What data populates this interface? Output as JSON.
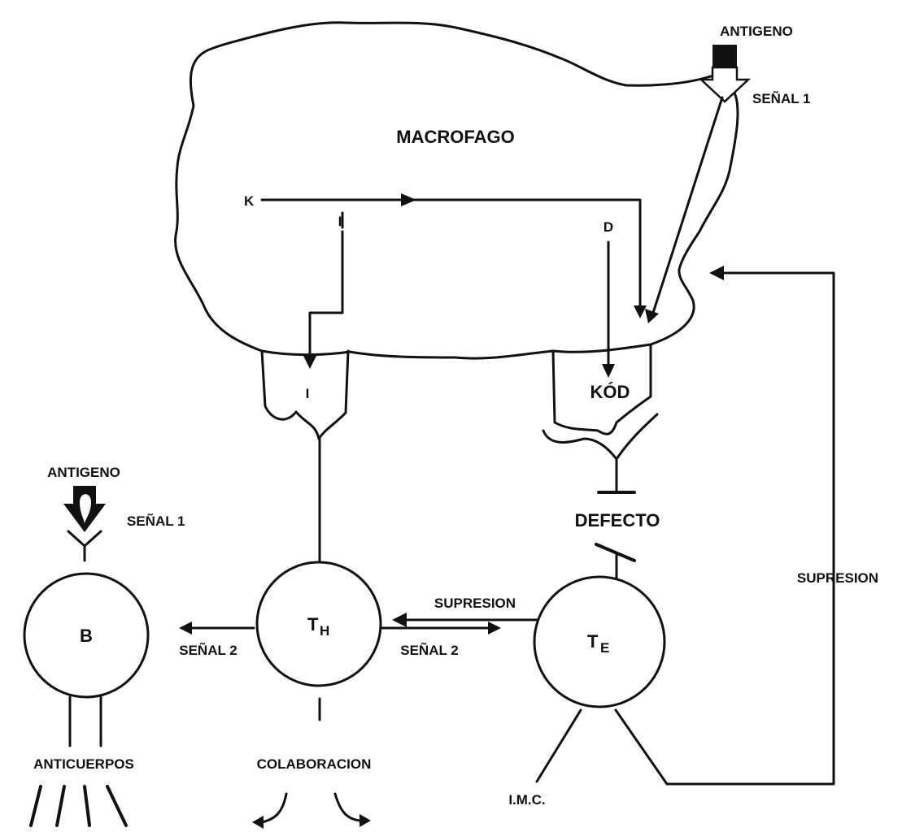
{
  "labels": {
    "macrofago": "MACROFAGO",
    "antigeno_top": "ANTIGENO",
    "senal1_top": "SEÑAL 1",
    "k": "K",
    "i_inner": "I",
    "d": "D",
    "i_receptor": "I",
    "kod": "KÓD",
    "defecto": "DEFECTO",
    "antigeno_left": "ANTIGENO",
    "senal1_left": "SEÑAL 1",
    "supresion_mid": "SUPRESION",
    "supresion_right": "SUPRESION",
    "senal2_left": "SEÑAL 2",
    "senal2_right": "SEÑAL 2",
    "anticuerpos": "ANTICUERPOS",
    "colaboracion": "COLABORACION",
    "imc": "I.M.C."
  },
  "cells": {
    "b": "B",
    "th_main": "T",
    "th_sub": "H",
    "te_main": "T",
    "te_sub": "E"
  }
}
